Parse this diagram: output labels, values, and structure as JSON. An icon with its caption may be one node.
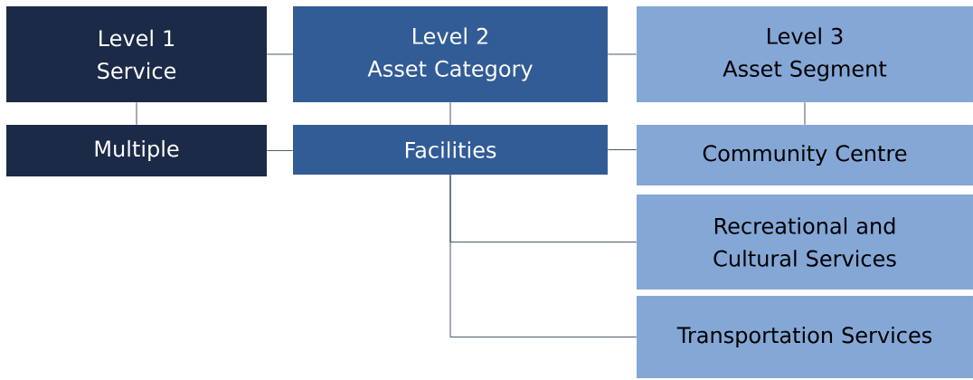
{
  "diagram": {
    "nodes": [
      {
        "text": [
          "Level 1",
          "Service"
        ]
      },
      {
        "text": [
          "Level 2",
          "Asset Category"
        ]
      },
      {
        "text": [
          "Level 3",
          "Asset Segment"
        ]
      },
      {
        "text": [
          "Multiple"
        ]
      },
      {
        "text": [
          "Facilities"
        ]
      },
      {
        "text": [
          "Community Centre"
        ]
      },
      {
        "text": [
          "Recreational and Cultural Services"
        ]
      },
      {
        "text": [
          "Transportation Services"
        ]
      }
    ],
    "edges": [
      {
        "from": 0,
        "to": 1,
        "arrow": "none"
      },
      {
        "from": 1,
        "to": 2,
        "arrow": "none"
      },
      {
        "from": 0,
        "to": 3,
        "arrow": "none"
      },
      {
        "from": 1,
        "to": 4,
        "arrow": "none"
      },
      {
        "from": 2,
        "to": 5,
        "arrow": "none"
      },
      {
        "from": 3,
        "to": 4,
        "arrow": "none"
      },
      {
        "from": 4,
        "to": 5,
        "arrow": "none"
      },
      {
        "from": 4,
        "to": 6,
        "arrow": "none"
      },
      {
        "from": 4,
        "to": 7,
        "arrow": "none"
      }
    ]
  }
}
